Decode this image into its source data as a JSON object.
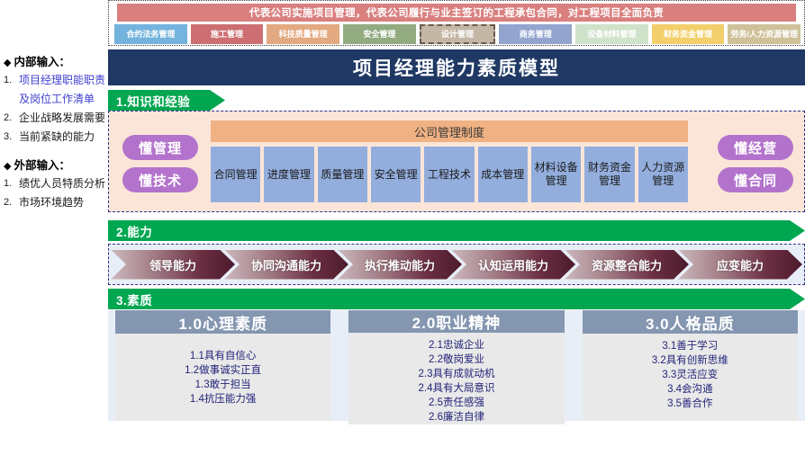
{
  "sidebar": {
    "blocks": [
      {
        "heading": "内部输入：",
        "marker": "◆",
        "items": [
          {
            "num": "1.",
            "text": "项目经理职能职责及岗位工作清单",
            "highlight": true
          },
          {
            "num": "2.",
            "text": "企业战略发展需要",
            "highlight": false
          },
          {
            "num": "3.",
            "text": "当前紧缺的能力",
            "highlight": false
          }
        ]
      },
      {
        "heading": "外部输入：",
        "marker": "◆",
        "items": [
          {
            "num": "1.",
            "text": "绩优人员特质分析",
            "highlight": false
          },
          {
            "num": "2.",
            "text": "市场环境趋势",
            "highlight": false
          }
        ]
      }
    ]
  },
  "banner": {
    "responsibility": "代表公司实施项目管理，代表公司履行与业主签订的工程承包合同，对工程项目全面负责",
    "responsibility_color": "#d9807f",
    "tabs": [
      {
        "label": "合约法务管理",
        "color": "#74b3dd",
        "selected": false
      },
      {
        "label": "施工管理",
        "color": "#cd6f72",
        "selected": false
      },
      {
        "label": "科技质量管理",
        "color": "#e3a981",
        "selected": false
      },
      {
        "label": "安全管理",
        "color": "#93ab81",
        "selected": false
      },
      {
        "label": "设计管理",
        "color": "#c4b7a6",
        "selected": true
      },
      {
        "label": "商务管理",
        "color": "#93a5ce",
        "selected": false
      },
      {
        "label": "设备材料管理",
        "color": "#cfe3cb",
        "selected": false
      },
      {
        "label": "财务资金管理",
        "color": "#f2cf6a",
        "selected": false
      },
      {
        "label": "劳务/人力资源管理",
        "color": "#cfc19a",
        "selected": false
      }
    ]
  },
  "title": "项目经理能力素质模型",
  "title_color": "#1f3864",
  "accent_green": "#00a650",
  "section1": {
    "header": "1.知识和经验",
    "orange_bar": "公司管理制度",
    "left_pills": [
      "懂管理",
      "懂技术"
    ],
    "right_pills": [
      "懂经营",
      "懂合同"
    ],
    "boxes": [
      "合同管理",
      "进度管理",
      "质量管理",
      "安全管理",
      "工程技术",
      "成本管理",
      "材料设备管理",
      "财务资金管理",
      "人力资源管理"
    ]
  },
  "section2": {
    "header": "2.能力",
    "capabilities": [
      "领导能力",
      "协同沟通能力",
      "执行推动能力",
      "认知运用能力",
      "资源整合能力",
      "应变能力"
    ]
  },
  "section3": {
    "header": "3.素质",
    "columns": [
      {
        "title": "1.0心理素质",
        "items": [
          "1.1具有自信心",
          "1.2做事诚实正直",
          "1.3敢于担当",
          "1.4抗压能力强"
        ]
      },
      {
        "title": "2.0职业精神",
        "items": [
          "2.1忠诚企业",
          "2.2敬岗爱业",
          "2.3具有成就动机",
          "2.4具有大局意识",
          "2.5责任感强",
          "2.6廉洁自律"
        ]
      },
      {
        "title": "3.0人格品质",
        "items": [
          "3.1善于学习",
          "3.2具有创新思维",
          "3.3灵活应变",
          "3.4会沟通",
          "3.5善合作"
        ]
      }
    ]
  }
}
